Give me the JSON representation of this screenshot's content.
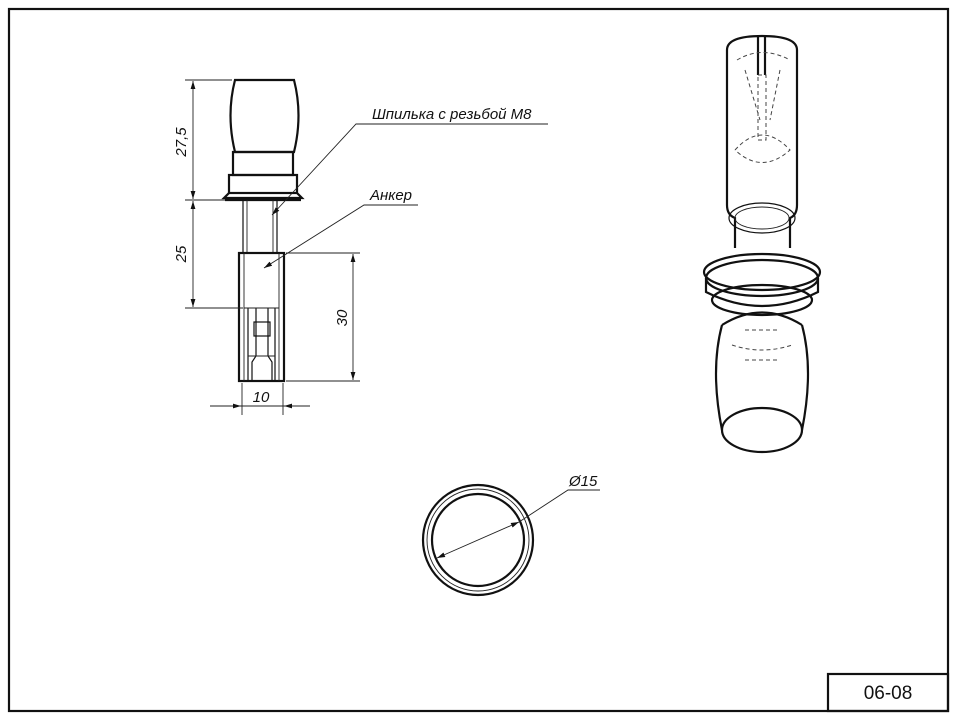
{
  "labels": {
    "stud": "Шпилька с резьбой М8",
    "anchor": "Анкер"
  },
  "dimensions": {
    "head_height": "27,5",
    "stud_height": "25",
    "anchor_length": "30",
    "width": "10",
    "diameter": "Ø15"
  },
  "title_block": {
    "code": "06-08"
  }
}
